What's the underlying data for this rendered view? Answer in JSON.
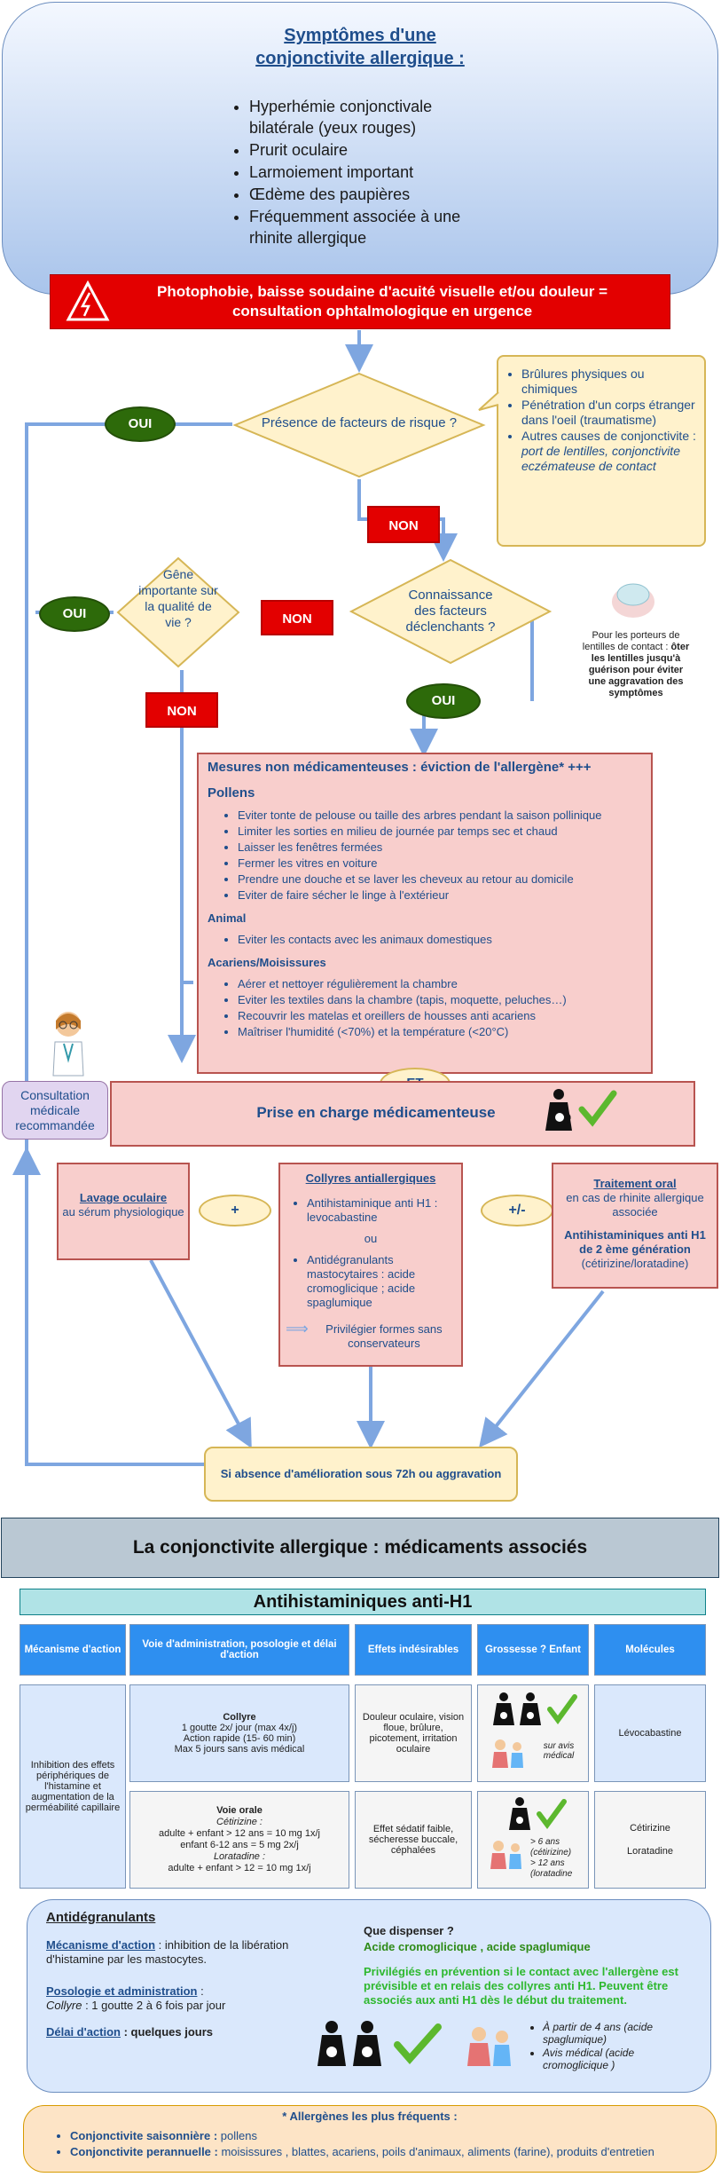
{
  "symptoms": {
    "title_line1": "Symptômes d'une",
    "title_line2": "conjonctivite allergique :",
    "items": [
      "Hyperhémie conjonctivale bilatérale (yeux rouges)",
      "Prurit oculaire",
      "Larmoiement important",
      "Œdème des paupières",
      "Fréquemment associée à une rhinite allergique"
    ]
  },
  "urgent": {
    "line1": "Photophobie, baisse soudaine d'acuité visuelle et/ou douleur =",
    "line2": "consultation ophtalmologique en urgence"
  },
  "flow": {
    "q1": "Présence de facteurs de risque ?",
    "q2": "Connaissance des facteurs déclenchants ?",
    "q3": "Gêne importante sur la qualité de vie ?",
    "oui": "OUI",
    "non": "NON",
    "et": "ET",
    "plus": "+",
    "plusminus": "+/-",
    "risk_items": [
      "Brûlures physiques ou chimiques",
      "Pénétration d'un corps étranger dans l'oeil (traumatisme)"
    ],
    "risk_other_lead": "Autres causes de conjonctivite : ",
    "risk_other_italic": "port de lentilles, conjonctivite eczémateuse de contact",
    "lens_note": "Pour les porteurs de lentilles de contact : ",
    "lens_note_bold": "ôter les lentilles jusqu'à guérison pour éviter une aggravation des symptômes",
    "consult": "Consultation médicale recommandée",
    "noevent_title": "Mesures non médicamenteuses : éviction de l'allergène* +++",
    "pollens_title": "Pollens",
    "pollens": [
      "Eviter tonte de pelouse ou taille des arbres pendant la saison pollinique",
      "Limiter les sorties en milieu de journée par temps sec et chaud",
      "Laisser les fenêtres fermées",
      "Fermer les vitres en voiture",
      "Prendre une douche et se laver les cheveux au retour au domicile",
      "Eviter de faire sécher le linge à l'extérieur"
    ],
    "animal_title": "Animal",
    "animal": [
      "Eviter les contacts avec les animaux domestiques"
    ],
    "acariens_title": "Acariens/Moisissures",
    "acariens": [
      "Aérer et nettoyer régulièrement la chambre",
      "Eviter les textiles dans la chambre (tapis, moquette, peluches…)",
      "Recouvrir les matelas et oreillers de housses anti acariens",
      "Maîtriser l'humidité (<70%) et la température (<20°C)"
    ],
    "med_title": "Prise en charge médicamenteuse",
    "lavage_title": "Lavage oculaire",
    "lavage_rest": "au sérum physiologique",
    "collyres_title": "Collyres antiallergiques",
    "collyres_item1": "Antihistaminique anti H1 : levocabastine",
    "collyres_ou": "ou",
    "collyres_item2": "Antidégranulants mastocytaires : acide cromoglicique ; acide spaglumique",
    "collyres_note": "Privilégier formes sans conservateurs",
    "oral_title": "Traitement oral",
    "oral_sub": "en cas de rhinite allergique associée",
    "oral_bold": "Antihistaminiques anti H1 de 2 ème génération",
    "oral_mols": "(cétirizine/loratadine)",
    "absence": "Si absence d'amélioration sous 72h ou aggravation"
  },
  "meds": {
    "banner": "La conjonctivite allergique : médicaments associés",
    "antih1_title": "Antihistaminiques anti-H1",
    "headers": [
      "Mécanisme d'action",
      "Voie d'administration, posologie et délai d'action",
      "Effets indésirables",
      "Grossesse ? Enfant",
      "Molécules"
    ],
    "mechanism": "Inhibition des effets périphériques de l'histamine et augmentation de la perméabilité capillaire",
    "row1": {
      "route_title": "Collyre",
      "route_l1": "1 goutte 2x/ jour (max 4x/j)",
      "route_l2": "Action rapide (15- 60 min)",
      "route_l3": "Max 5 jours sans avis médical",
      "effects": "Douleur oculaire, vision floue, brûlure, picotement, irritation oculaire",
      "child": "sur avis médical",
      "molecule": "Lévocabastine"
    },
    "row2": {
      "route_title": "Voie orale",
      "route_cet": "Cétirizine :",
      "route_cet1": "adulte + enfant > 12 ans = 10 mg 1x/j",
      "route_cet2": "enfant 6-12 ans = 5 mg 2x/j",
      "route_lor": "Loratadine :",
      "route_lor1": "adulte + enfant > 12 = 10 mg 1x/j",
      "effects": "Effet sédatif faible, sécheresse buccale, céphalées",
      "child1": "> 6 ans (cétirizine)",
      "child2": "> 12 ans (loratadine",
      "mol1": "Cétirizine",
      "mol2": "Loratadine"
    },
    "antideg": {
      "title": "Antidégranulants",
      "mech_label": "Mécanisme d'action",
      "mech_text": " : inhibition de la libération d'histamine par les mastocytes.",
      "poso_label": "Posologie et administration",
      "poso_colon": " :",
      "poso_italic": "Collyre",
      "poso_text": " : 1 goutte 2 à 6 fois par jour",
      "delai_label": "Délai d'action",
      "delai_text": " : quelques jours",
      "dispense_q": "Que dispenser ?",
      "dispense_a": "Acide cromoglicique , acide spaglumique",
      "prevention": "Privilégiés en prévention si le contact avec l'allergène est prévisible et en relais des collyres anti H1. Peuvent être associés aux anti H1 dès le début du traitement.",
      "age1": "À partir de 4 ans (acide spaglumique)",
      "age2": "Avis médical (acide cromoglicique )"
    },
    "allergens": {
      "title": "* Allergènes les plus fréquents :",
      "l1_label": "Conjonctivite saisonnière :",
      "l1_text": " pollens",
      "l2_label": "Conjonctivite perannuelle :",
      "l2_text": " moisissures , blattes, acariens, poils d'animaux, aliments (farine), produits d'entretien"
    }
  },
  "colors": {
    "primary_blue": "#1f4e8c",
    "arrow": "#7ea6e0",
    "urgent_red": "#e30000",
    "check_green": "#5cb82e",
    "oui_green": "#2d6a0a"
  }
}
